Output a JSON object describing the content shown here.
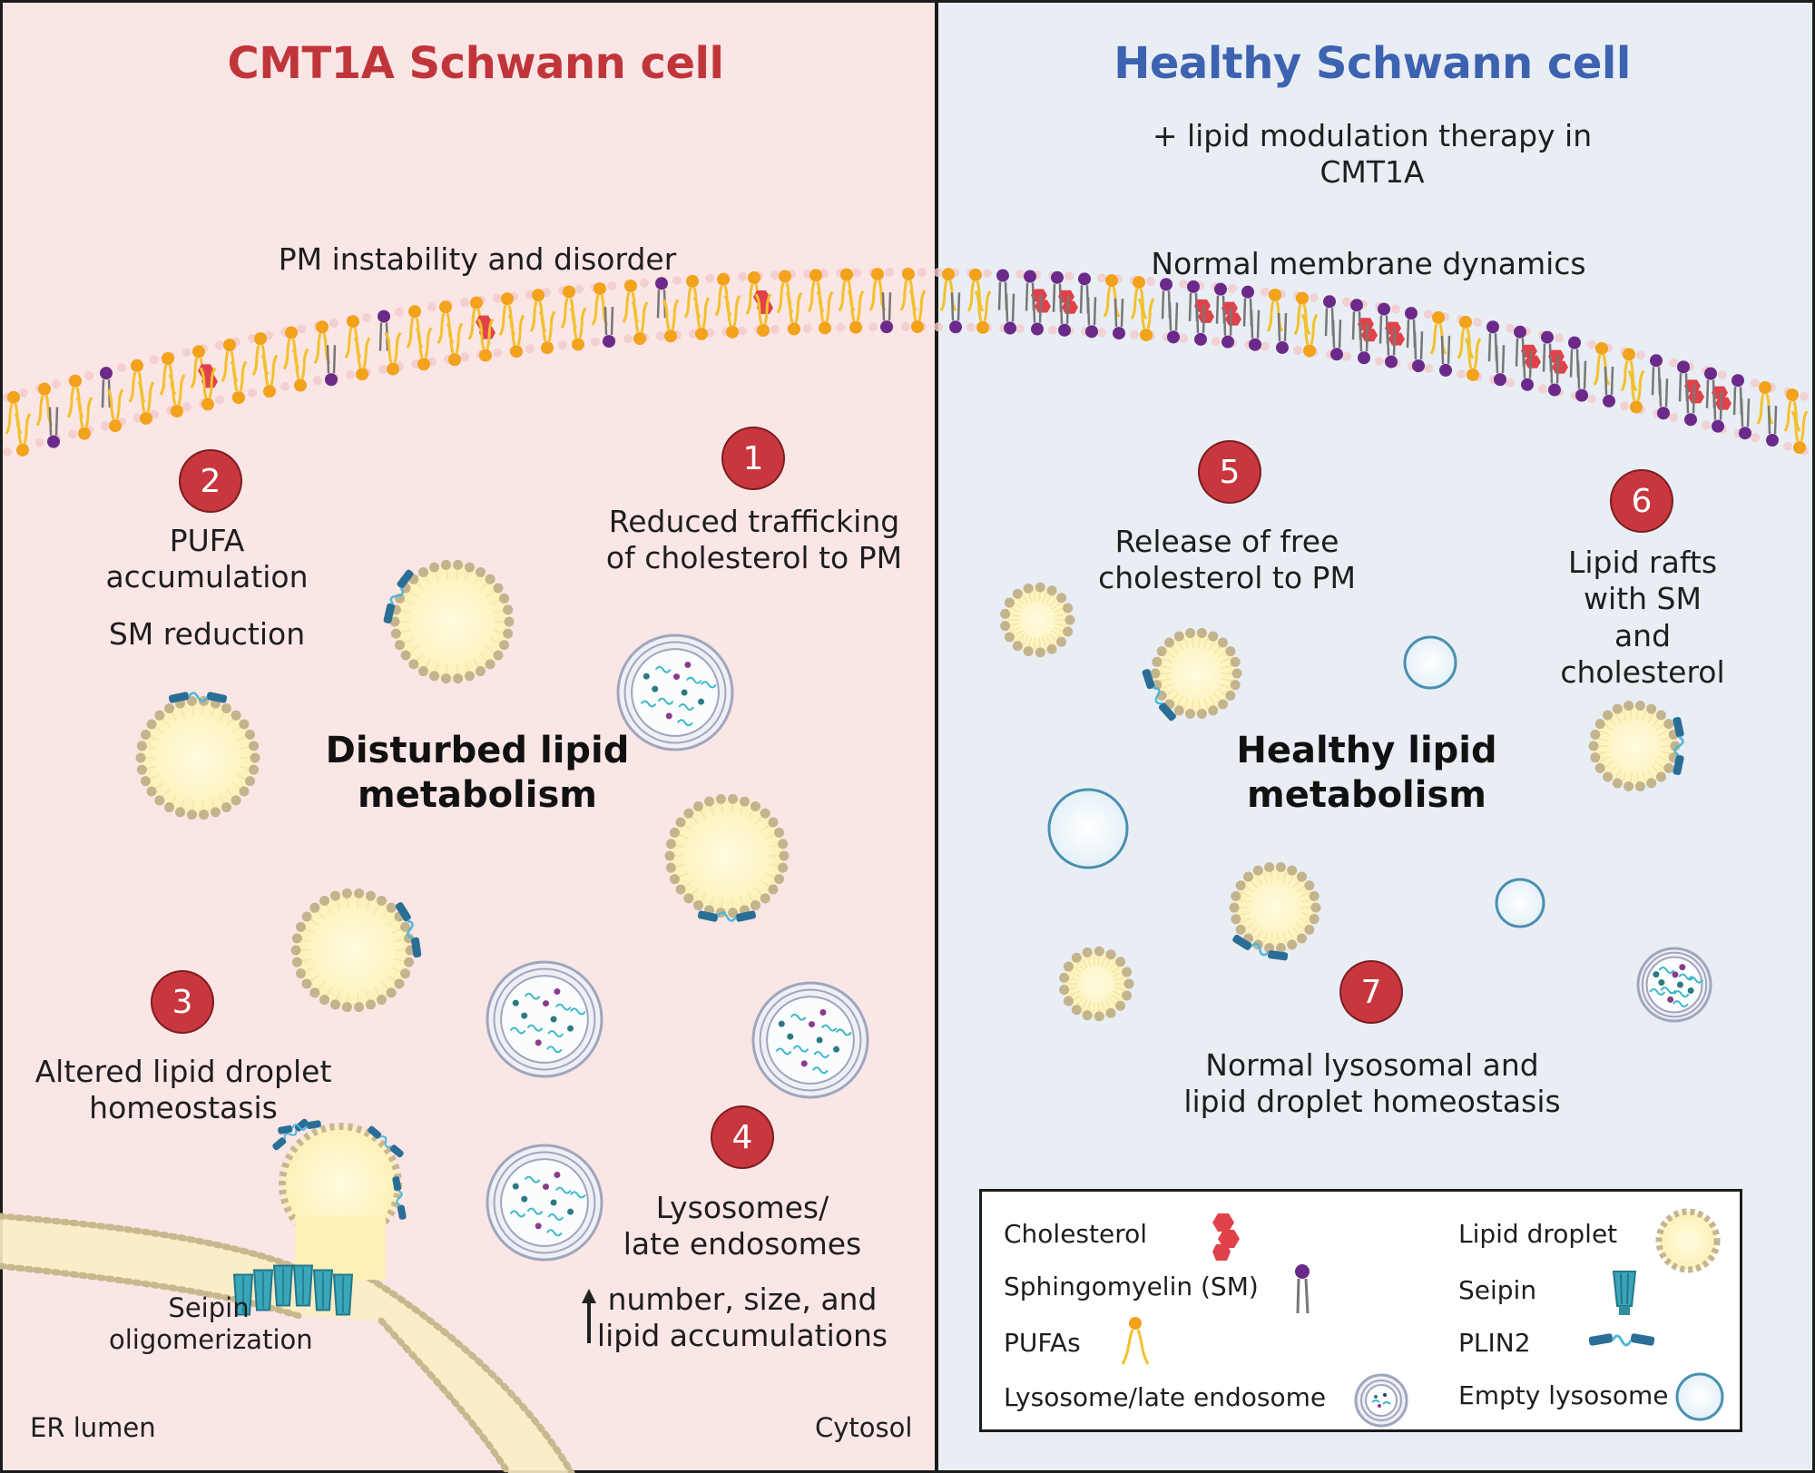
{
  "left": {
    "title": "CMT1A Schwann cell",
    "membrane_note": "PM instability and disorder",
    "center_title": "Disturbed lipid\nmetabolism",
    "steps": [
      {
        "num": "1",
        "text": "Reduced trafficking\nof cholesterol to PM"
      },
      {
        "num": "2",
        "text": "PUFA\naccumulation",
        "extra": "SM reduction"
      },
      {
        "num": "3",
        "text": "Altered lipid droplet\nhomeostasis"
      },
      {
        "num": "4",
        "text": "Lysosomes/\nlate endosomes",
        "extra": "number, size, and\nlipid accumulations"
      }
    ],
    "seipin_label": "Seipin\noligomerization",
    "er_lumen": "ER lumen",
    "cytosol": "Cytosol"
  },
  "right": {
    "title": "Healthy Schwann cell",
    "subtitle": "+ lipid modulation therapy in CMT1A",
    "membrane_note": "Normal membrane dynamics",
    "center_title": "Healthy lipid\nmetabolism",
    "steps": [
      {
        "num": "5",
        "text": "Release of free\ncholesterol to PM"
      },
      {
        "num": "6",
        "text": "Lipid rafts with SM\nand cholesterol"
      },
      {
        "num": "7",
        "text": "Normal lysosomal and\nlipid droplet homeostasis"
      }
    ]
  },
  "legend": {
    "items": [
      {
        "label": "Cholesterol",
        "icon": "cholesterol-icon"
      },
      {
        "label": "Sphingomyelin (SM)",
        "icon": "sphingomyelin-icon"
      },
      {
        "label": "PUFAs",
        "icon": "pufa-icon"
      },
      {
        "label": "Lysosome/late endosome",
        "icon": "lysosome-icon"
      },
      {
        "label": "Lipid droplet",
        "icon": "lipid-droplet-icon"
      },
      {
        "label": "Seipin",
        "icon": "seipin-icon"
      },
      {
        "label": "PLIN2",
        "icon": "plin2-icon"
      },
      {
        "label": "Empty lysosome",
        "icon": "empty-lysosome-icon"
      }
    ]
  },
  "colors": {
    "left_bg": "#fbe6e6",
    "right_bg": "#e9eef5",
    "left_title": "#c0353a",
    "right_title": "#3d63b0",
    "badge": "#c8373d",
    "pufa": "#f2a21b",
    "sm": "#6b2a8a",
    "cholesterol": "#e0424a",
    "plin2": "#2a6e96",
    "seipin": "#3aa6b8",
    "droplet_fill": "#fff6c6",
    "droplet_border": "#c4b48e",
    "lysosome_ring": "#9fa6bd"
  }
}
